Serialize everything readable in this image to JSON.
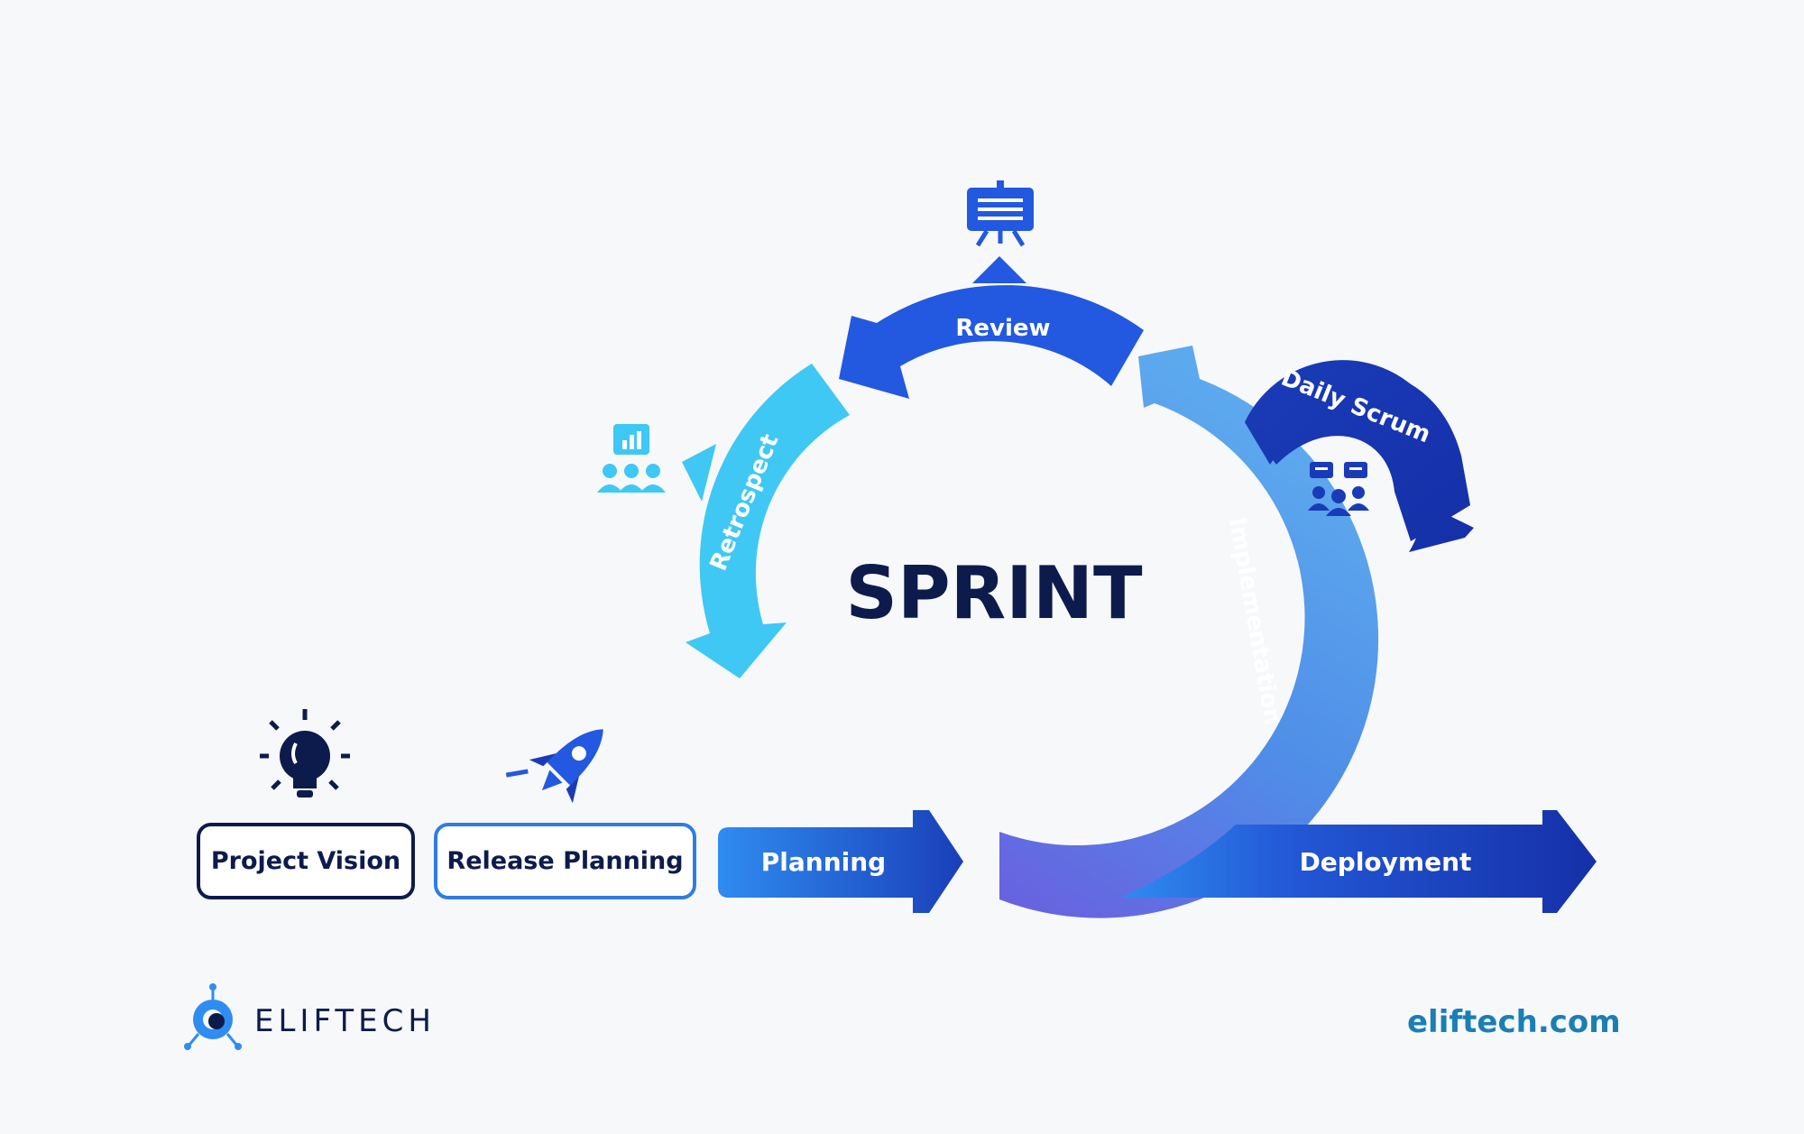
{
  "center_label": "SPRINT",
  "phases": {
    "project_vision": "Project Vision",
    "release_planning": "Release Planning",
    "planning": "Planning",
    "deployment": "Deployment"
  },
  "cycle": {
    "review": "Review",
    "retrospect": "Retrospect",
    "implementation": "Implementation",
    "daily_scrum": "Daily Scrum"
  },
  "brand": {
    "name": "ELIFTECH",
    "url": "eliftech.com"
  },
  "colors": {
    "navy": "#0d1b4c",
    "dark_blue": "#1a3fc4",
    "blue": "#2563e0",
    "sky": "#3fc8f4",
    "url": "#1a7fb5"
  },
  "icons": [
    "lightbulb-icon",
    "rocket-icon",
    "presentation-board-icon",
    "team-chart-icon",
    "team-chat-icon",
    "eliftech-logo-icon"
  ]
}
